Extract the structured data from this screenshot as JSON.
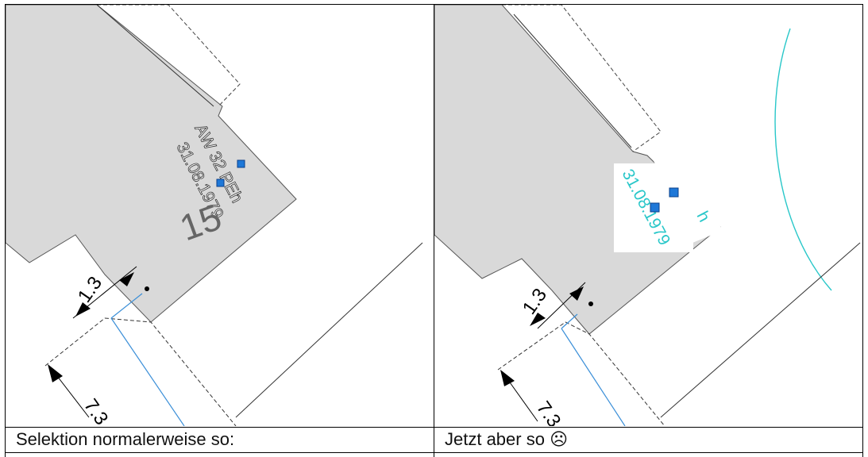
{
  "left_panel": {
    "caption": "Selektion normalerweise so:",
    "label_line1": "AW 32 PEh",
    "label_line2": "31.08.1979",
    "parcel_number": "15",
    "dim_small": "1.3",
    "dim_large": "7.3"
  },
  "right_panel": {
    "caption": "Jetzt aber so",
    "caption_symbol": "☹",
    "label_line2": "31.08.1979",
    "label_fragment": "h",
    "dim_small": "1.3",
    "dim_large": "7.3"
  },
  "colors": {
    "building_fill": "#d9d9d9",
    "building_stroke": "#555555",
    "grip_blue": "#1e78d8",
    "selected_cyan": "#29c7c9",
    "blue_line": "#3b8fd8"
  }
}
